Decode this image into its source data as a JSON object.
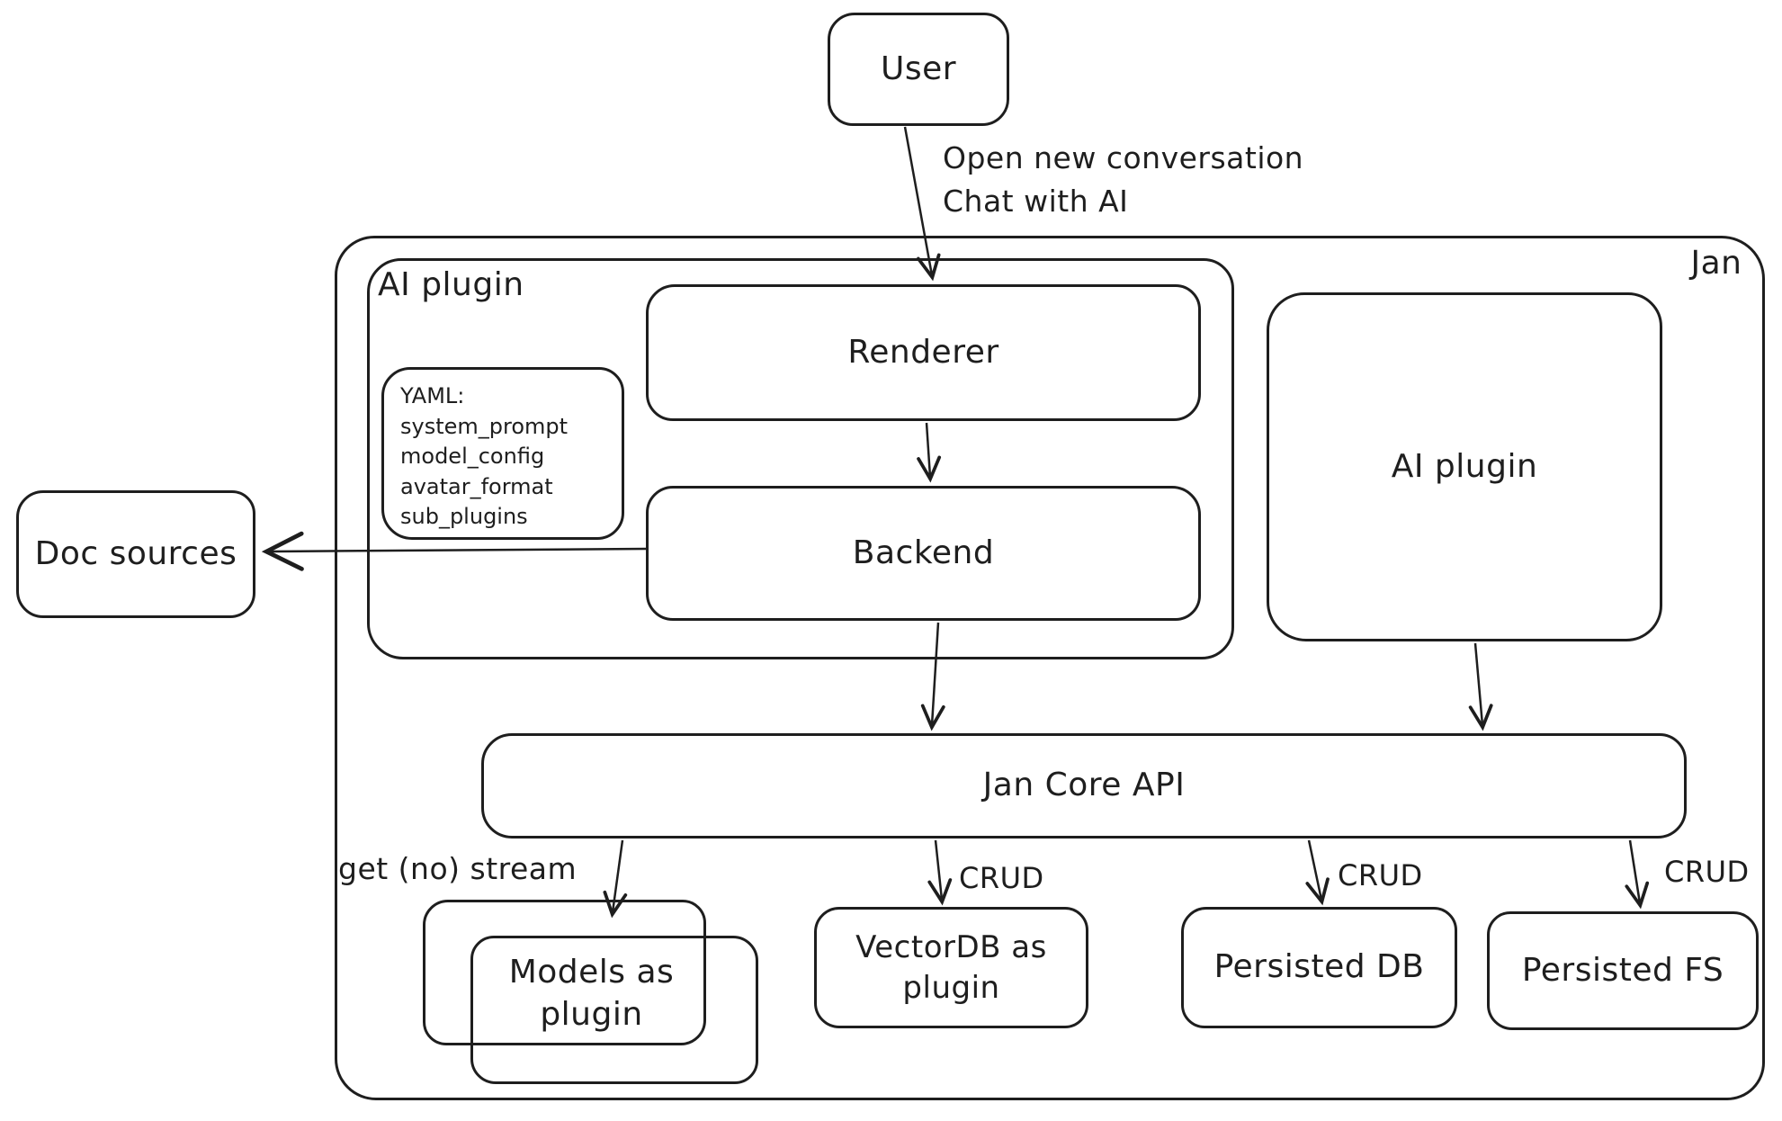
{
  "diagram": {
    "colors": {
      "stroke": "#1e1e1e",
      "background": "#ffffff"
    },
    "nodes": {
      "user": {
        "label": "User"
      },
      "jan": {
        "label": "Jan"
      },
      "ai_plugin_group": {
        "label": "AI plugin"
      },
      "yaml_note": {
        "title": "YAML:",
        "lines": [
          "system_prompt",
          "model_config",
          "avatar_format",
          "sub_plugins"
        ]
      },
      "renderer": {
        "label": "Renderer"
      },
      "backend": {
        "label": "Backend"
      },
      "ai_plugin_right": {
        "label": "AI plugin"
      },
      "doc_sources": {
        "label": "Doc sources"
      },
      "jan_core_api": {
        "label": "Jan Core API"
      },
      "models": {
        "label": "Models as\nplugin"
      },
      "vectordb": {
        "label": "VectorDB as\nplugin"
      },
      "persisted_db": {
        "label": "Persisted DB"
      },
      "persisted_fs": {
        "label": "Persisted FS"
      }
    },
    "edges": {
      "user_flow": {
        "label": "Open new conversation\nChat with AI"
      },
      "get_stream": {
        "label": "get (no) stream"
      },
      "crud_vectordb": {
        "label": "CRUD"
      },
      "crud_persisted_db": {
        "label": "CRUD"
      },
      "crud_persisted_fs": {
        "label": "CRUD"
      }
    }
  }
}
